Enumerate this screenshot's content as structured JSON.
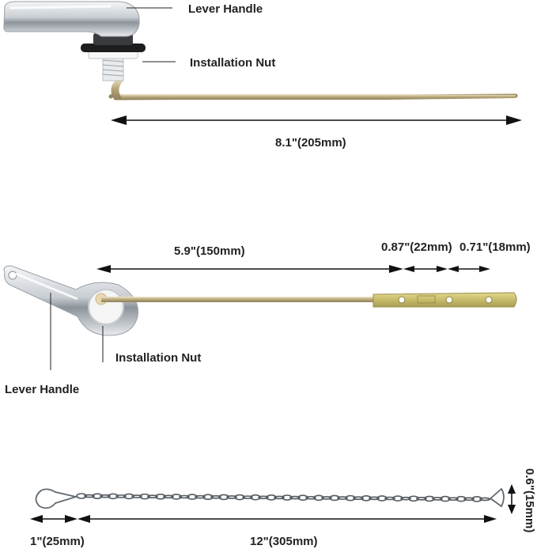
{
  "top_view": {
    "lever_handle_label": "Lever Handle",
    "installation_nut_label": "Installation Nut",
    "arm_length_label": "8.1\"(205mm)"
  },
  "middle_view": {
    "arm_length_label": "5.9\"(150mm)",
    "segment1_label": "0.87\"(22mm)",
    "segment2_label": "0.71\"(18mm)",
    "installation_nut_label": "Installation Nut",
    "lever_handle_label": "Lever Handle"
  },
  "chain_view": {
    "clip_length_label": "1\"(25mm)",
    "chain_length_label": "12\"(305mm)",
    "hook_height_label": "0.6\"(15mm)"
  }
}
